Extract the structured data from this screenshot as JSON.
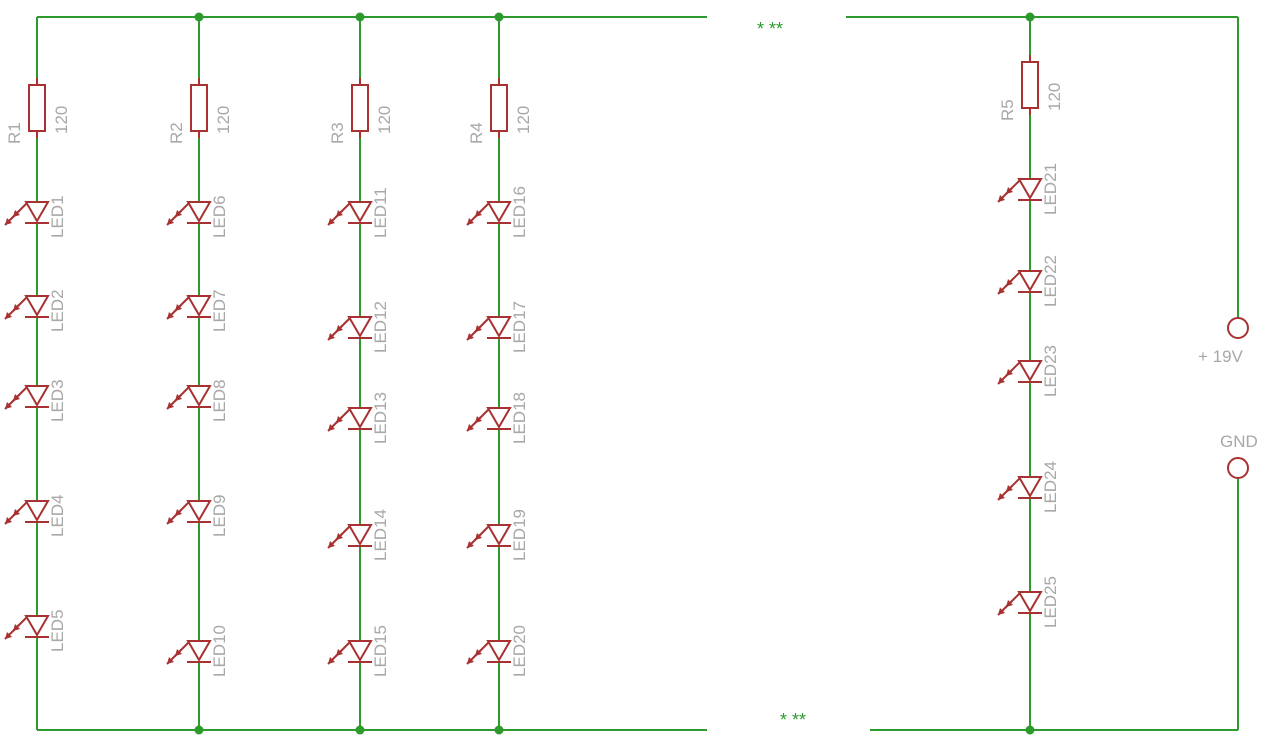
{
  "colors": {
    "wire": "#2e9a2e",
    "component": "#a83232",
    "label": "#a8a8a8"
  },
  "continuation": {
    "top": "* **",
    "bottom": "* **"
  },
  "strings": [
    {
      "resistor": {
        "name": "R1",
        "value": "120"
      },
      "leds": [
        "LED1",
        "LED2",
        "LED3",
        "LED4",
        "LED5"
      ]
    },
    {
      "resistor": {
        "name": "R2",
        "value": "120"
      },
      "leds": [
        "LED6",
        "LED7",
        "LED8",
        "LED9",
        "LED10"
      ]
    },
    {
      "resistor": {
        "name": "R3",
        "value": "120"
      },
      "leds": [
        "LED11",
        "LED12",
        "LED13",
        "LED14",
        "LED15"
      ]
    },
    {
      "resistor": {
        "name": "R4",
        "value": "120"
      },
      "leds": [
        "LED16",
        "LED17",
        "LED18",
        "LED19",
        "LED20"
      ]
    },
    {
      "resistor": {
        "name": "R5",
        "value": "120"
      },
      "leds": [
        "LED21",
        "LED22",
        "LED23",
        "LED24",
        "LED25"
      ]
    }
  ],
  "terminals": {
    "positive": {
      "label": "+ 19V"
    },
    "ground": {
      "label": "GND"
    }
  }
}
